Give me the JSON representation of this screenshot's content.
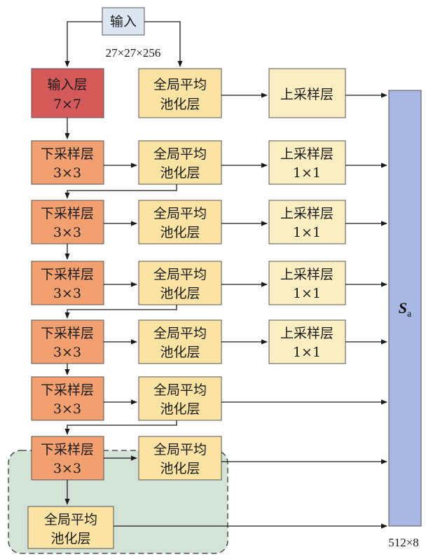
{
  "input": {
    "label": "输入",
    "dims": "27×27×256"
  },
  "input_layer": {
    "title": "输入层",
    "kernel": "7×7"
  },
  "downsample_layers": [
    {
      "title": "下采样层",
      "kernel": "3×3"
    },
    {
      "title": "下采样层",
      "kernel": "3×3"
    },
    {
      "title": "下采样层",
      "kernel": "3×3"
    },
    {
      "title": "下采样层",
      "kernel": "3×3"
    },
    {
      "title": "下采样层",
      "kernel": "3×3"
    },
    {
      "title": "下采样层",
      "kernel": "3×3"
    }
  ],
  "gap_layers": [
    {
      "line1": "全局平均",
      "line2": "池化层"
    },
    {
      "line1": "全局平均",
      "line2": "池化层"
    },
    {
      "line1": "全局平均",
      "line2": "池化层"
    },
    {
      "line1": "全局平均",
      "line2": "池化层"
    },
    {
      "line1": "全局平均",
      "line2": "池化层"
    },
    {
      "line1": "全局平均",
      "line2": "池化层"
    },
    {
      "line1": "全局平均",
      "line2": "池化层"
    }
  ],
  "final_gap": {
    "line1": "全局平均",
    "line2": "池化层"
  },
  "upsample_layers": [
    {
      "title": "上采样层",
      "kernel": ""
    },
    {
      "title": "上采样层",
      "kernel": "1×1"
    },
    {
      "title": "上采样层",
      "kernel": "1×1"
    },
    {
      "title": "上采样层",
      "kernel": "1×1"
    },
    {
      "title": "上采样层",
      "kernel": "1×1"
    }
  ],
  "output": {
    "symbol": "S",
    "subscript": "a",
    "dims": "512×8"
  },
  "colors": {
    "input_box": "#dce6f2",
    "input_layer": "#d45a5a",
    "downsample": "#f2a070",
    "gap": "#fbe3a4",
    "upsample": "#fbeec2",
    "output_bar": "#a9b8e3",
    "highlight_region": "#d3e3d7"
  }
}
